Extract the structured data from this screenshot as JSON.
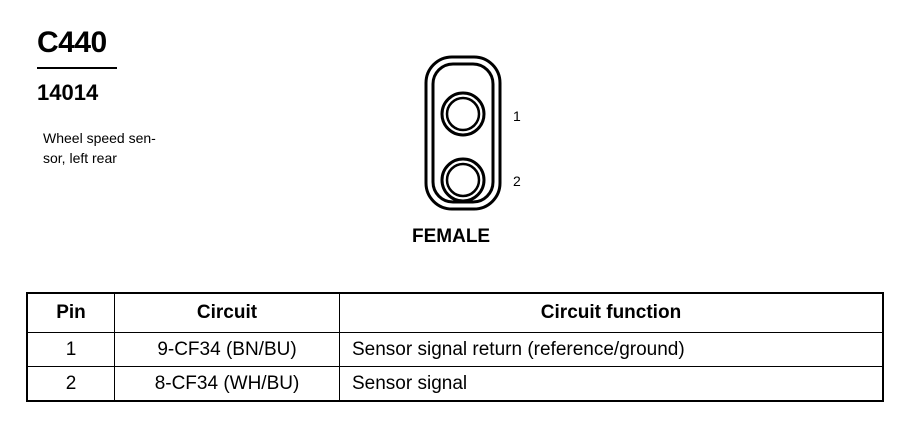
{
  "connector": {
    "id": "C440",
    "part_number": "14014",
    "description_line1": "Wheel speed sen-",
    "description_line2": "sor, left rear",
    "gender": "FEMALE",
    "pin_labels": [
      "1",
      "2"
    ]
  },
  "table": {
    "headers": [
      "Pin",
      "Circuit",
      "Circuit function"
    ],
    "rows": [
      {
        "pin": "1",
        "circuit": "9-CF34 (BN/BU)",
        "function": "Sensor signal return (reference/ground)"
      },
      {
        "pin": "2",
        "circuit": "8-CF34 (WH/BU)",
        "function": "Sensor signal"
      }
    ]
  }
}
